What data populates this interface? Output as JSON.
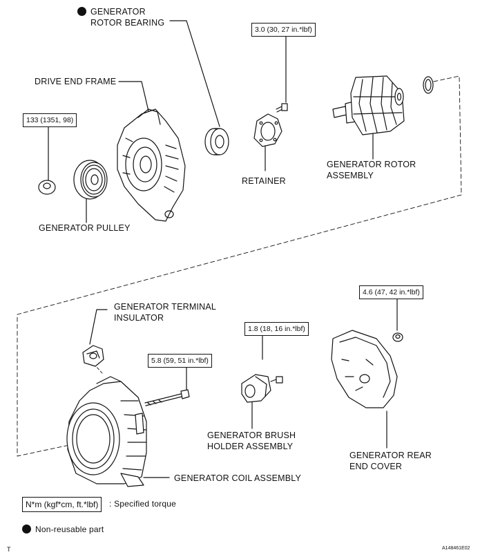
{
  "labels": {
    "rotor_bearing": [
      "GENERATOR",
      "ROTOR BEARING"
    ],
    "drive_end_frame": "DRIVE END FRAME",
    "retainer": "RETAINER",
    "rotor_assembly": [
      "GENERATOR ROTOR",
      "ASSEMBLY"
    ],
    "pulley": "GENERATOR PULLEY",
    "terminal_insulator": [
      "GENERATOR TERMINAL",
      "INSULATOR"
    ],
    "brush_holder": [
      "GENERATOR BRUSH",
      "HOLDER ASSEMBLY"
    ],
    "rear_end_cover": [
      "GENERATOR REAR",
      "END COVER"
    ],
    "coil_assembly": "GENERATOR COIL ASSEMBLY"
  },
  "torques": {
    "retainer_screw": "3.0 (30, 27 in.*lbf)",
    "pulley_nut": "133 (1351, 98)",
    "rear_cover_nut": "4.6 (47, 42 in.*lbf)",
    "brush_holder_screw": "1.8 (18, 16 in.*lbf)",
    "through_bolt": "5.8 (59, 51 in.*lbf)"
  },
  "legend": {
    "torque_unit": "N*m (kgf*cm, ft.*lbf)",
    "torque_desc": ": Specified torque",
    "nonreusable_desc": "Non-reusable part"
  },
  "corner_mark": "T",
  "figure_id": "A148461E02"
}
